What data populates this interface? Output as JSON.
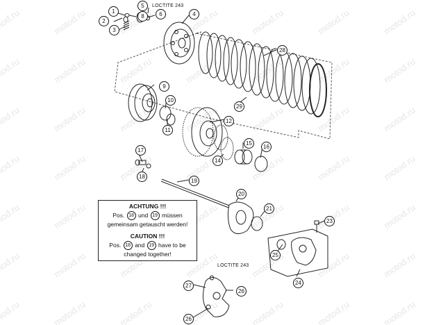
{
  "watermark": "motod.ru",
  "loctite_labels": [
    "LOCTITE 243",
    "LOCTITE 243"
  ],
  "callouts": [
    "1",
    "2",
    "3",
    "4",
    "5",
    "6",
    "8",
    "9",
    "10",
    "11",
    "12",
    "14",
    "15",
    "16",
    "17",
    "18",
    "19",
    "20",
    "21",
    "23",
    "24",
    "25",
    "26",
    "26",
    "27",
    "28",
    "29"
  ],
  "notice": {
    "de_title": "ACHTUNG !!!",
    "de_line1_pre": "Pos.",
    "de_ref_a": "18",
    "de_line1_mid": "und",
    "de_ref_b": "19",
    "de_line1_post": "müssen",
    "de_line2": "gemeinsam getauscht werden!",
    "en_title": "CAUTION !!!",
    "en_line1_pre": "Pos.",
    "en_ref_a": "18",
    "en_line1_mid": "and",
    "en_ref_b": "19",
    "en_line1_post": "have to be",
    "en_line2": "changed together!"
  }
}
